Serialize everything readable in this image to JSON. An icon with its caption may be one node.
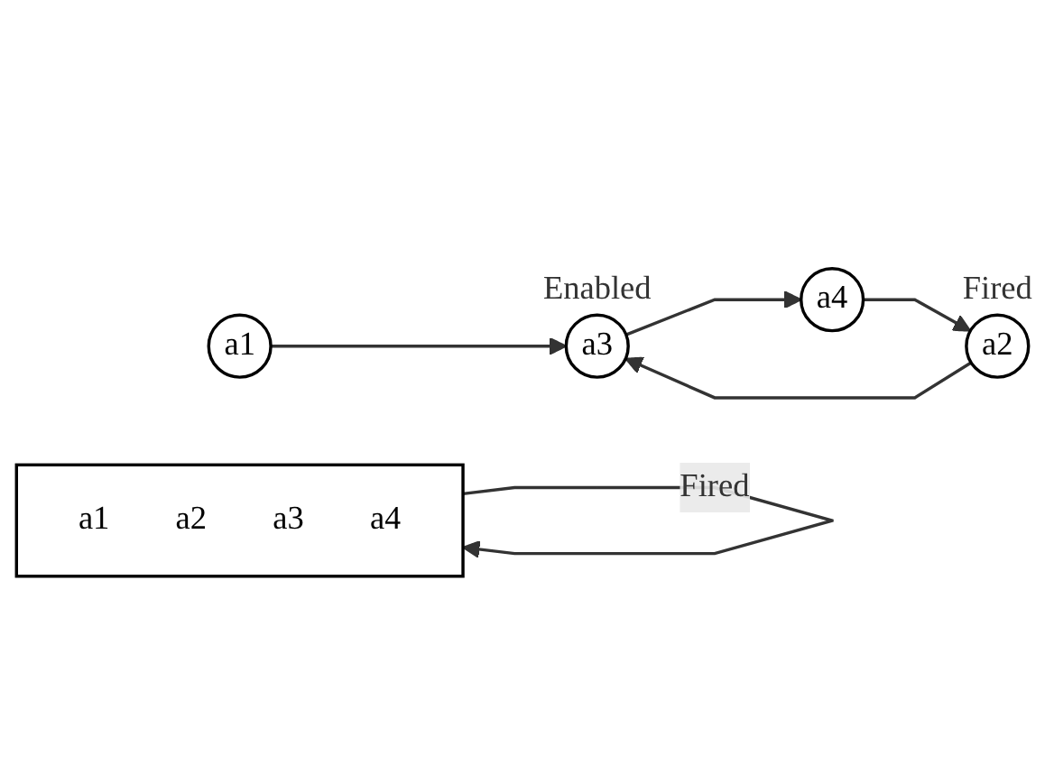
{
  "diagram": {
    "nodes": [
      {
        "text": [
          "a1"
        ]
      },
      {
        "text": [
          "a2"
        ],
        "beside": [
          "Fired"
        ]
      },
      {
        "text": [
          "a3"
        ],
        "beside": [
          "Enabled"
        ]
      },
      {
        "text": [
          "a4"
        ]
      },
      {
        "text": [
          "a1",
          "a2",
          "a3",
          "a4"
        ]
      }
    ],
    "edges": [
      {
        "from": 0,
        "to": 2,
        "arrow": "to"
      },
      {
        "from": 1,
        "to": 2,
        "arrow": "to"
      },
      {
        "from": 2,
        "to": 3,
        "arrow": "to"
      },
      {
        "from": 3,
        "to": 1,
        "arrow": "to"
      },
      {
        "from": 4,
        "to": 4,
        "arrow": "to",
        "label": "Fired"
      }
    ]
  }
}
